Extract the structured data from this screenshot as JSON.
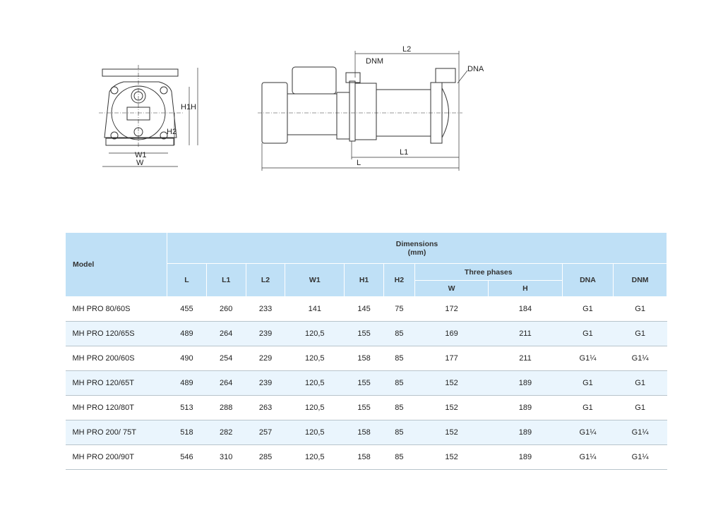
{
  "drawing": {
    "front_labels": {
      "w1": "W1",
      "w": "W",
      "h1": "H1",
      "h": "H",
      "h2": "H2"
    },
    "side_labels": {
      "l2": "L2",
      "dnm": "DNM",
      "dna": "DNA",
      "l1": "L1",
      "l": "L"
    }
  },
  "table": {
    "header": {
      "model": "Model",
      "dimensions": "Dimensions",
      "unit": "(mm)",
      "three_phases": "Three phases",
      "cols": [
        "L",
        "L1",
        "L2",
        "W1",
        "H1",
        "H2"
      ],
      "tp_cols": [
        "W",
        "H"
      ],
      "dna": "DNA",
      "dnm": "DNM"
    },
    "rows": [
      [
        "MH PRO 80/60S",
        "455",
        "260",
        "233",
        "141",
        "145",
        "75",
        "172",
        "184",
        "G1",
        "G1"
      ],
      [
        "MH PRO 120/65S",
        "489",
        "264",
        "239",
        "120,5",
        "155",
        "85",
        "169",
        "211",
        "G1",
        "G1"
      ],
      [
        "MH PRO 200/60S",
        "490",
        "254",
        "229",
        "120,5",
        "158",
        "85",
        "177",
        "211",
        "G1¼",
        "G1¼"
      ],
      [
        "MH PRO 120/65T",
        "489",
        "264",
        "239",
        "120,5",
        "155",
        "85",
        "152",
        "189",
        "G1",
        "G1"
      ],
      [
        "MH PRO 120/80T",
        "513",
        "288",
        "263",
        "120,5",
        "155",
        "85",
        "152",
        "189",
        "G1",
        "G1"
      ],
      [
        "MH PRO 200/ 75T",
        "518",
        "282",
        "257",
        "120,5",
        "158",
        "85",
        "152",
        "189",
        "G1¼",
        "G1¼"
      ],
      [
        "MH PRO 200/90T",
        "546",
        "310",
        "285",
        "120,5",
        "158",
        "85",
        "152",
        "189",
        "G1¼",
        "G1¼"
      ]
    ]
  }
}
